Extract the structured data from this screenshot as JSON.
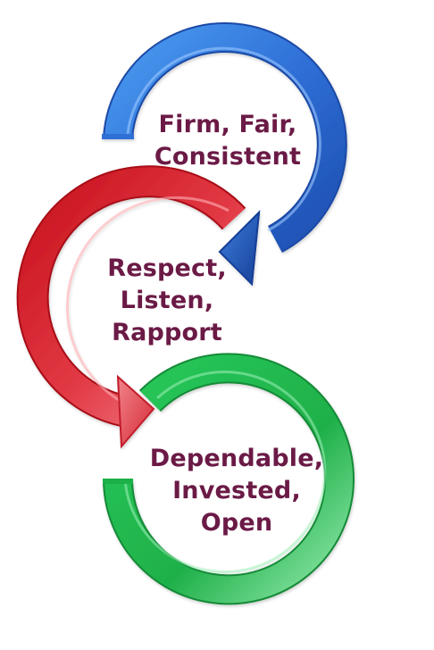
{
  "cycle": {
    "stages": [
      {
        "lines": [
          "Firm, Fair,",
          "Consistent"
        ],
        "arrow_color": "#2f6fd6"
      },
      {
        "lines": [
          "Respect,",
          "Listen,",
          "Rapport"
        ],
        "arrow_color": "#d81f2a"
      },
      {
        "lines": [
          "Dependable,",
          "Invested,",
          "Open"
        ],
        "arrow_color": "#1fb04a"
      }
    ],
    "text_color": "#6b1a46"
  }
}
